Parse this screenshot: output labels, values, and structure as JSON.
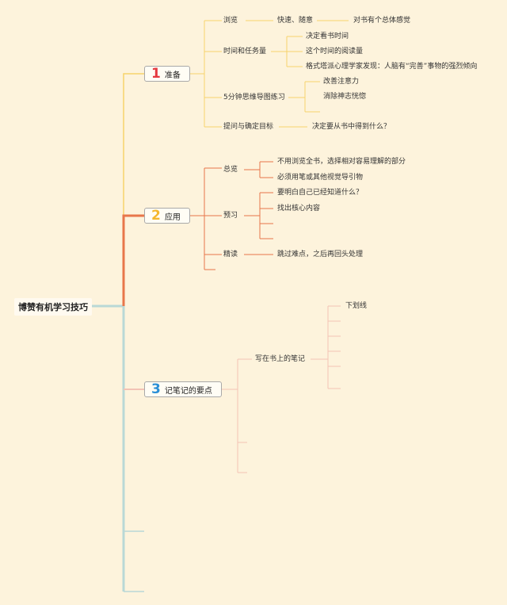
{
  "root": {
    "label": "博赞有机学习技巧"
  },
  "sections": [
    {
      "number": "1",
      "label": "准备",
      "color": "#f6d36b",
      "items": [
        {
          "label": "浏览",
          "children": [
            {
              "label": "快速、随意",
              "children": [
                {
                  "label": "对书有个总体感觉"
                }
              ]
            }
          ]
        },
        {
          "label": "时间和任务量",
          "children": [
            {
              "label": "决定看书时间"
            },
            {
              "label": "这个时间的阅读量"
            },
            {
              "label": "格式塔派心理学家发现：人脑有“完善”事物的强烈倾向"
            }
          ]
        },
        {
          "label": "5分钟思维导图练习",
          "children": [
            {
              "label": "改善注意力"
            },
            {
              "label": "消除神志恍惚"
            }
          ]
        },
        {
          "label": "提问与确定目标",
          "children": [
            {
              "label": "决定要从书中得到什么？"
            }
          ]
        }
      ]
    },
    {
      "number": "2",
      "label": "应用",
      "color": "#e8764a",
      "items": [
        {
          "label": "总览",
          "children": [
            {
              "label": "不用浏览全书，选择相对容易理解的部分"
            },
            {
              "label": "必须用笔或其他视觉导引物"
            }
          ]
        },
        {
          "label": "预习",
          "children": [
            {
              "label": "要明白自己已经知道什么？"
            },
            {
              "label": "找出核心内容"
            }
          ]
        },
        {
          "label": "精读",
          "children": [
            {
              "label": "跳过难点，之后再回头处理"
            }
          ]
        }
      ]
    },
    {
      "number": "3",
      "label": "记笔记的要点",
      "color": "#f3c3b5",
      "items": [
        {
          "label": "写在书上的笔记",
          "children": [
            {
              "label": "下划线"
            }
          ]
        }
      ]
    }
  ],
  "colors": {
    "background": "#fdf3dc",
    "main_branch": "#b9d8d6",
    "root_line": "#b9d8d6"
  }
}
